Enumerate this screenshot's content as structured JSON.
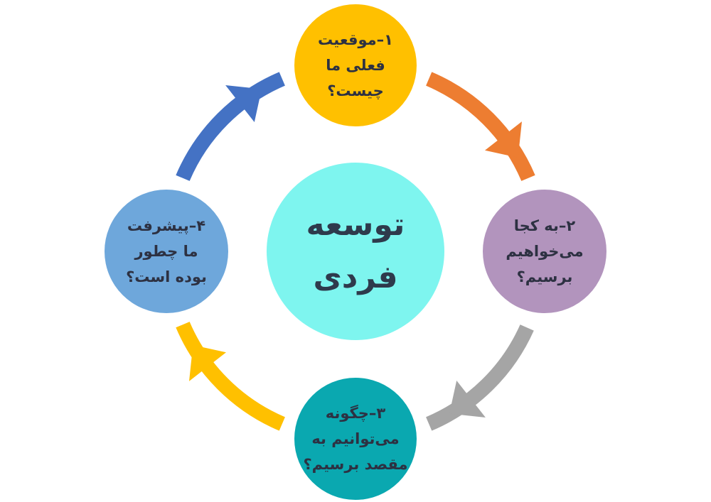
{
  "diagram": {
    "center": {
      "text": "توسعه\nفردی",
      "color": "#7ef5ef"
    },
    "steps": [
      {
        "text": "۱–موقعیت\nفعلی ما\nچیست؟",
        "color": "#ffc000"
      },
      {
        "text": "۲–به کجا\nمی‌خواهیم\nبرسیم؟",
        "color": "#b294bd"
      },
      {
        "text": "۳–چگونه\nمی‌توانیم به\nمقصد برسیم؟",
        "color": "#0aa8b0"
      },
      {
        "text": "۴–پیشرفت\nما چطور\nبوده است؟",
        "color": "#6ea7db"
      }
    ],
    "arrows": [
      {
        "from": 1,
        "to": 2,
        "color": "#ed7d31"
      },
      {
        "from": 2,
        "to": 3,
        "color": "#a5a5a5"
      },
      {
        "from": 3,
        "to": 4,
        "color": "#ffc000"
      },
      {
        "from": 4,
        "to": 1,
        "color": "#4472c4"
      }
    ]
  }
}
